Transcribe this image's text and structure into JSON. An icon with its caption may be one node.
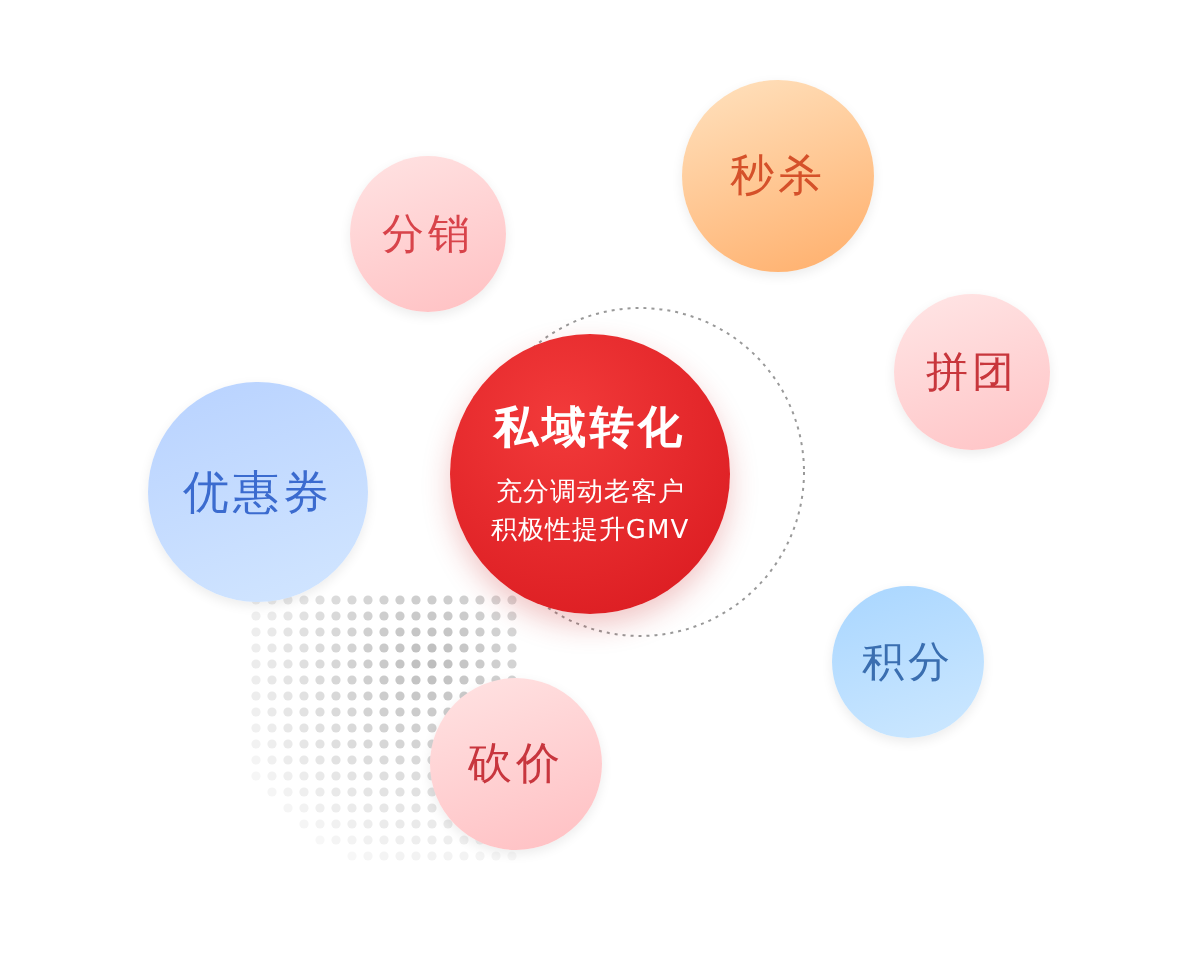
{
  "diagram": {
    "nodes": [
      {
        "text": [
          "私域转化",
          "充分调动老客户积极性提升GMV"
        ]
      },
      {
        "text": [
          "分销"
        ]
      },
      {
        "text": [
          "秒杀"
        ]
      },
      {
        "text": [
          "拼团"
        ]
      },
      {
        "text": [
          "优惠券"
        ]
      },
      {
        "text": [
          "积分"
        ]
      },
      {
        "text": [
          "砍价"
        ]
      }
    ]
  }
}
